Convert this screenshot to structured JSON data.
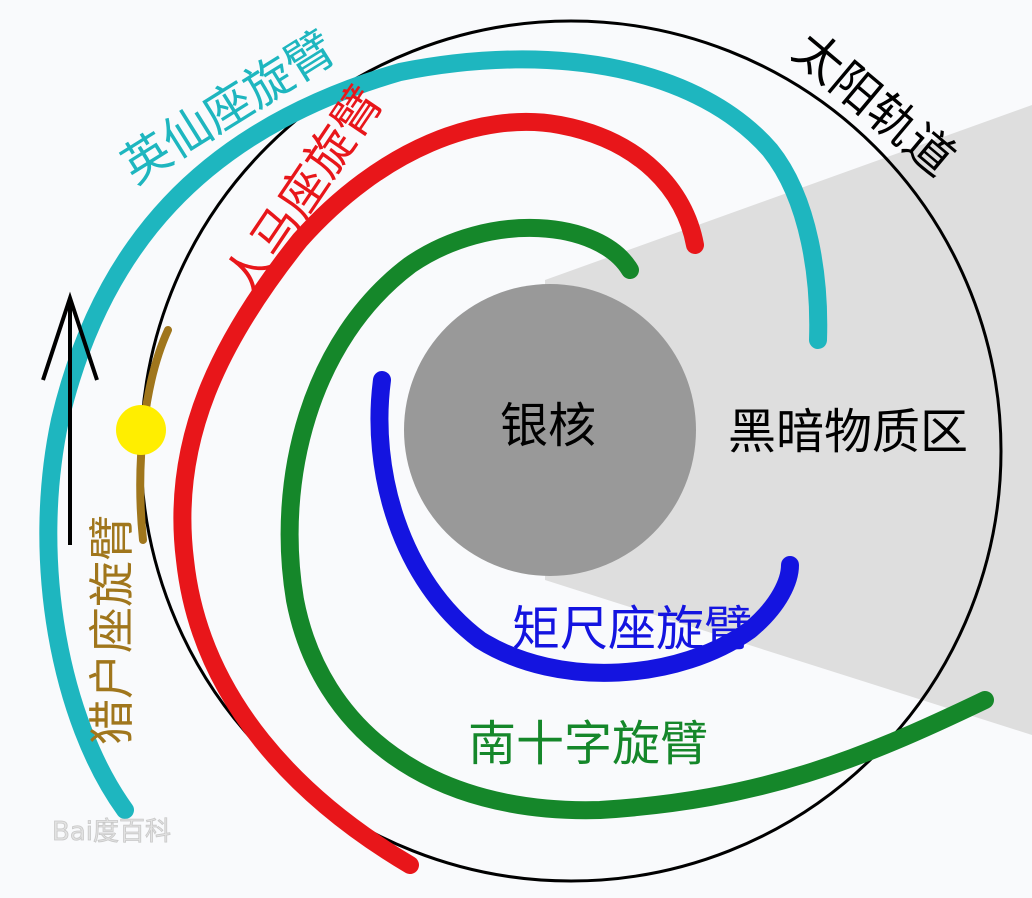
{
  "labels": {
    "perseus_arm": "英仙座旋臂",
    "sagittarius_arm": "人马座旋臂",
    "solar_orbit": "太阳轨道",
    "galactic_core": "银核",
    "dark_matter_zone": "黑暗物质区",
    "orion_arm": "猎户座旋臂",
    "norma_arm": "矩尺座旋臂",
    "crux_arm": "南十字旋臂",
    "watermark": "Bai度百科"
  },
  "colors": {
    "perseus": "#1eb6bf",
    "sagittarius": "#e8161a",
    "crux": "#15872a",
    "norma": "#1414e0",
    "orion": "#a0761c",
    "sun": "#ffee00",
    "core": "#999999",
    "dark_zone": "#dedede"
  }
}
